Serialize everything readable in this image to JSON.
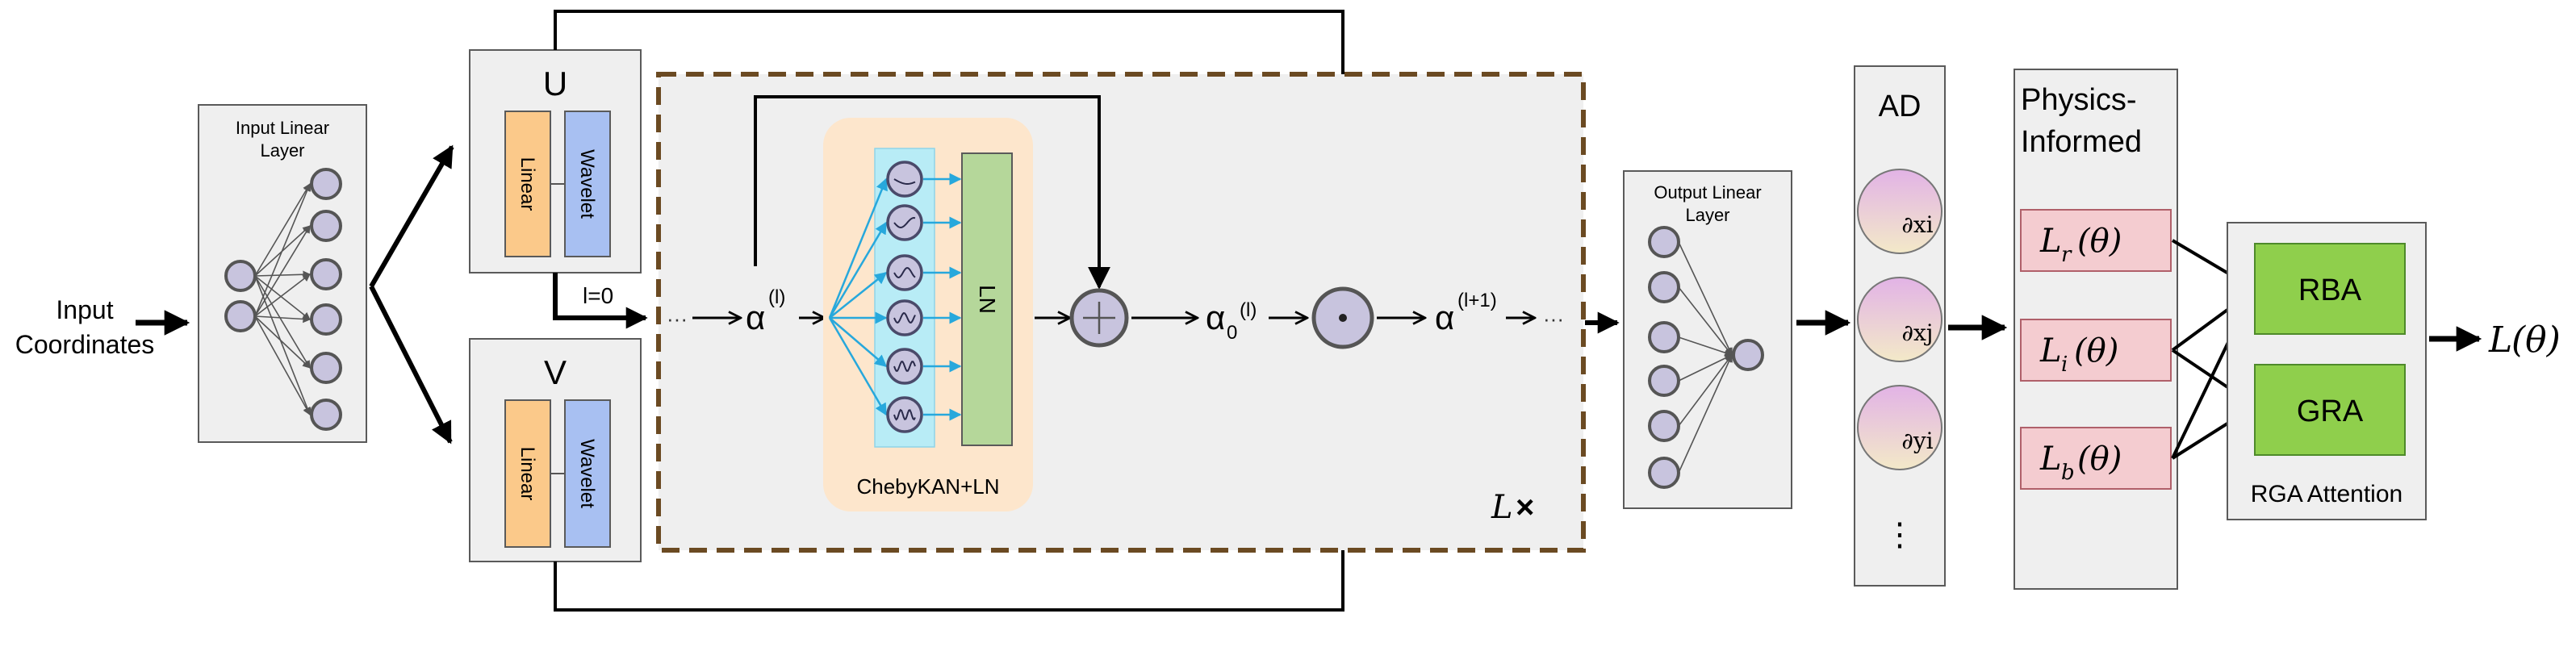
{
  "input": {
    "line1": "Input",
    "line2": "Coordinates"
  },
  "input_linear": {
    "line1": "Input Linear",
    "line2": "Layer"
  },
  "branch_u": {
    "label": "U",
    "linear": "Linear",
    "wavelet": "Wavelet"
  },
  "branch_v": {
    "label": "V",
    "linear": "Linear",
    "wavelet": "Wavelet"
  },
  "loop": {
    "init_label": "l=0",
    "alpha_l_base": "α",
    "alpha_l_sup": "(l)",
    "alpha0_base": "α",
    "alpha0_sub": "0",
    "alpha0_sup": "(l)",
    "alpha_next_base": "α",
    "alpha_next_sup": "(l+1)",
    "ellipsis": "···",
    "repeat_label": "L",
    "repeat_symbol": "×"
  },
  "chebykan": {
    "title": "ChebyKAN+LN",
    "ln_label": "LN"
  },
  "output_linear": {
    "line1": "Output Linear",
    "line2": "Layer"
  },
  "ad": {
    "title": "AD",
    "items": [
      {
        "text": "∂xi"
      },
      {
        "text": "∂xj"
      },
      {
        "text": "∂yi"
      }
    ],
    "more": "⋮"
  },
  "physics": {
    "title1": "Physics-",
    "title2": "Informed",
    "losses": [
      {
        "base": "L",
        "sub": "r",
        "arg": "(θ)"
      },
      {
        "base": "L",
        "sub": "i",
        "arg": "(θ)"
      },
      {
        "base": "L",
        "sub": "b",
        "arg": "(θ)"
      }
    ]
  },
  "attention": {
    "rba": "RBA",
    "gra": "GRA",
    "title": "RGA Attention"
  },
  "output": {
    "base": "L",
    "arg": "(θ)"
  },
  "colors": {
    "panel": "#efefef",
    "panel_border": "#5a5a5a",
    "linear_fill": "#fbc98a",
    "wavelet_fill": "#a8c0f2",
    "dashed_border": "#6b4a22",
    "kan_bg": "#fde6cc",
    "kan_band": "#b8ecf6",
    "kan_arrow": "#27a8dc",
    "ln_fill": "#b5d79a",
    "node_fill": "#c8c4de",
    "ad_gradient_top": "#e2b3e6",
    "ad_gradient_bottom": "#f3e9c8",
    "loss_fill": "#f4ccd0",
    "loss_border": "#b0606a",
    "attention_fill": "#8fcf4c",
    "attention_border": "#4e8a2a"
  }
}
